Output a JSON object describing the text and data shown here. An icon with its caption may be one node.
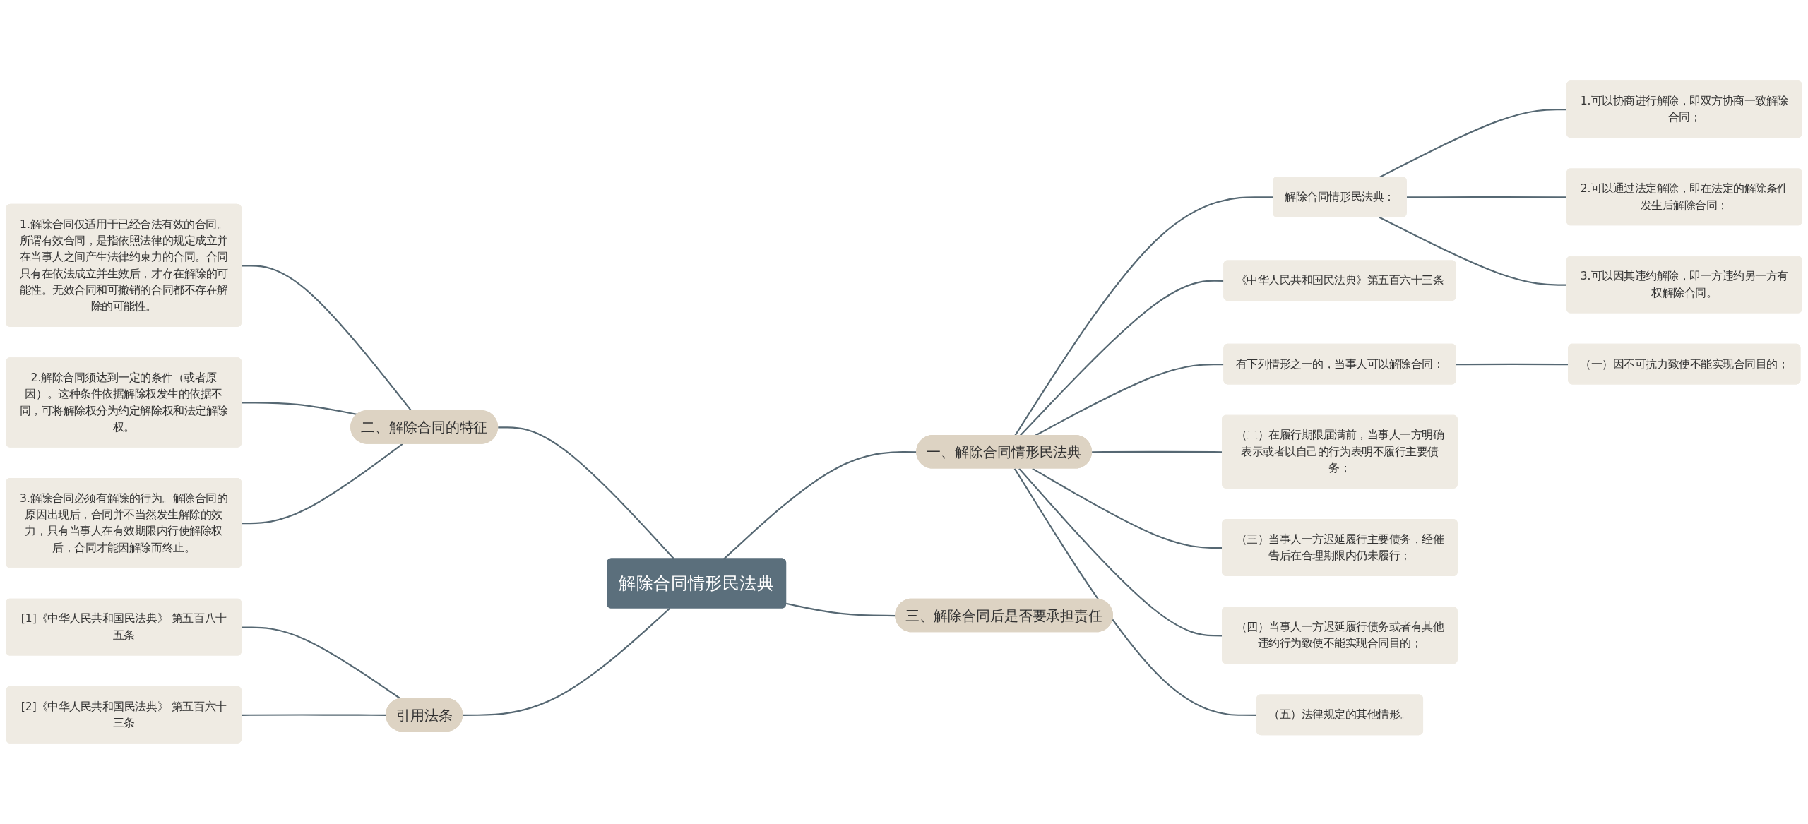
{
  "diagram": {
    "nodes": [
      {
        "text": [
          "解除合同情形民法典"
        ]
      },
      {
        "text": [
          "一、解除合同情形民法典"
        ]
      },
      {
        "text": [
          "解除合同情形民法典："
        ]
      },
      {
        "text": [
          "1.可以协商进行解除，即双方协商一致解除合同；"
        ]
      },
      {
        "text": [
          "2.可以通过法定解除，即在法定的解除条件发生后解除合同；"
        ]
      },
      {
        "text": [
          "3.可以因其违约解除，即一方违约另一方有权解除合同。"
        ]
      },
      {
        "text": [
          "《中华人民共和国民法典》第五百六十三条"
        ]
      },
      {
        "text": [
          "有下列情形之一的，当事人可以解除合同："
        ]
      },
      {
        "text": [
          "（一）因不可抗力致使不能实现合同目的；"
        ]
      },
      {
        "text": [
          "（二）在履行期限届满前，当事人一方明确表示或者以自己的行为表明不履行主要债务；"
        ]
      },
      {
        "text": [
          "（三）当事人一方迟延履行主要债务，经催告后在合理期限内仍未履行；"
        ]
      },
      {
        "text": [
          "（四）当事人一方迟延履行债务或者有其他违约行为致使不能实现合同目的；"
        ]
      },
      {
        "text": [
          "（五）法律规定的其他情形。"
        ]
      },
      {
        "text": [
          "三、解除合同后是否要承担责任"
        ]
      },
      {
        "text": [
          "二、解除合同的特征"
        ]
      },
      {
        "text": [
          "1.解除合同仅适用于已经合法有效的合同。所谓有效合同，是指依照法律的规定成立并在当事人之间产生法律约束力的合同。合同只有在依法成立并生效后，才存在解除的可能性。无效合同和可撤销的合同都不存在解除的可能性。"
        ]
      },
      {
        "text": [
          "2.解除合同须达到一定的条件（或者原因）。这种条件依据解除权发生的依据不同，可将解除权分为约定解除权和法定解除权。"
        ]
      },
      {
        "text": [
          "3.解除合同必须有解除的行为。解除合同的原因出现后，合同并不当然发生解除的效力，只有当事人在有效期限内行使解除权后，合同才能因解除而终止。"
        ]
      },
      {
        "text": [
          "引用法条"
        ]
      },
      {
        "text": [
          "[1]《中华人民共和国民法典》 第五百八十五条"
        ]
      },
      {
        "text": [
          "[2]《中华人民共和国民法典》 第五百六十三条"
        ]
      }
    ],
    "edges": [
      {
        "from": 0,
        "to": 1,
        "arrow": "none"
      },
      {
        "from": 1,
        "to": 2,
        "arrow": "none"
      },
      {
        "from": 2,
        "to": 3,
        "arrow": "none"
      },
      {
        "from": 2,
        "to": 4,
        "arrow": "none"
      },
      {
        "from": 2,
        "to": 5,
        "arrow": "none"
      },
      {
        "from": 1,
        "to": 6,
        "arrow": "none"
      },
      {
        "from": 1,
        "to": 7,
        "arrow": "none"
      },
      {
        "from": 7,
        "to": 8,
        "arrow": "none"
      },
      {
        "from": 1,
        "to": 9,
        "arrow": "none"
      },
      {
        "from": 1,
        "to": 10,
        "arrow": "none"
      },
      {
        "from": 1,
        "to": 11,
        "arrow": "none"
      },
      {
        "from": 1,
        "to": 12,
        "arrow": "none"
      },
      {
        "from": 0,
        "to": 13,
        "arrow": "none"
      },
      {
        "from": 0,
        "to": 14,
        "arrow": "none"
      },
      {
        "from": 14,
        "to": 15,
        "arrow": "none"
      },
      {
        "from": 14,
        "to": 16,
        "arrow": "none"
      },
      {
        "from": 14,
        "to": 17,
        "arrow": "none"
      },
      {
        "from": 0,
        "to": 18,
        "arrow": "none"
      },
      {
        "from": 18,
        "to": 19,
        "arrow": "none"
      },
      {
        "from": 18,
        "to": 20,
        "arrow": "none"
      }
    ]
  }
}
